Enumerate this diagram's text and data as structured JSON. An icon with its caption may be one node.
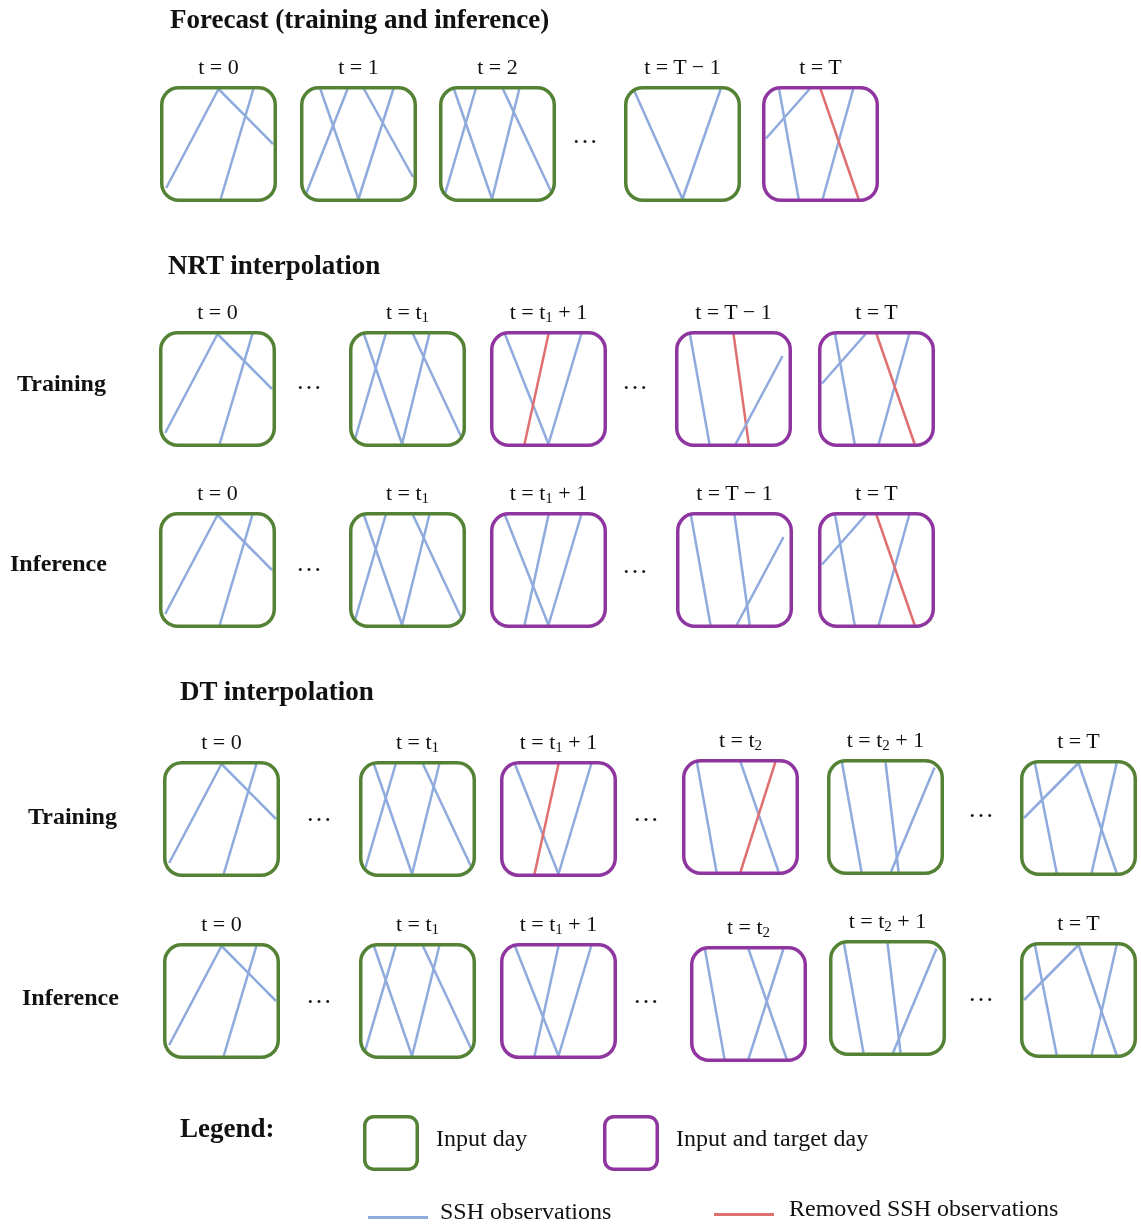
{
  "diagram": {
    "nodes": [
      {
        "text": [
          "t = 0"
        ]
      },
      {
        "text": [
          "t = 1"
        ]
      },
      {
        "text": [
          "t = 2"
        ]
      },
      {
        "text": [
          "t = T − 1"
        ]
      },
      {
        "text": [
          "t = T"
        ]
      },
      {
        "text": [
          "t = 0"
        ]
      },
      {
        "text": [
          "t = t$_{1}$"
        ]
      },
      {
        "text": [
          "t = t$_{1}$ + 1"
        ]
      },
      {
        "text": [
          "t = T − 1"
        ]
      },
      {
        "text": [
          "t = T"
        ]
      },
      {
        "text": [
          "t = 0"
        ]
      },
      {
        "text": [
          "t = t$_{1}$"
        ]
      },
      {
        "text": [
          "t = t$_{1}$ + 1"
        ]
      },
      {
        "text": [
          "t = T − 1"
        ]
      },
      {
        "text": [
          "t = T"
        ]
      },
      {
        "text": [
          "t = 0"
        ]
      },
      {
        "text": [
          "t = t$_{1}$"
        ]
      },
      {
        "text": [
          "t = t$_{1}$ + 1"
        ]
      },
      {
        "text": [
          "t = t$_{2}$"
        ]
      },
      {
        "text": [
          "t = t$_{2}$ + 1"
        ]
      },
      {
        "text": [
          "t = T"
        ]
      },
      {
        "text": [
          "t = 0"
        ]
      },
      {
        "text": [
          "t = t$_{1}$"
        ]
      },
      {
        "text": [
          "t = t$_{1}$ + 1"
        ]
      },
      {
        "text": [
          "t = t$_{2}$"
        ]
      },
      {
        "text": [
          "t = t$_{2}$ + 1"
        ]
      },
      {
        "text": [
          "t = T"
        ]
      }
    ],
    "edges": [],
    "labels": [
      "Forecast (training and inference)",
      "…",
      "NRT interpolation",
      "Training",
      "…",
      "…",
      "Inference",
      "…",
      "…",
      "DT interpolation",
      "Training",
      "…",
      "…",
      "…",
      "Inference",
      "…",
      "…",
      "…",
      "Legend:"
    ],
    "legend": [
      {
        "text": "Input day"
      },
      {
        "text": "Input and target day"
      },
      {
        "text": "SSH observations"
      },
      {
        "text": "Removed SSH observations"
      }
    ]
  }
}
